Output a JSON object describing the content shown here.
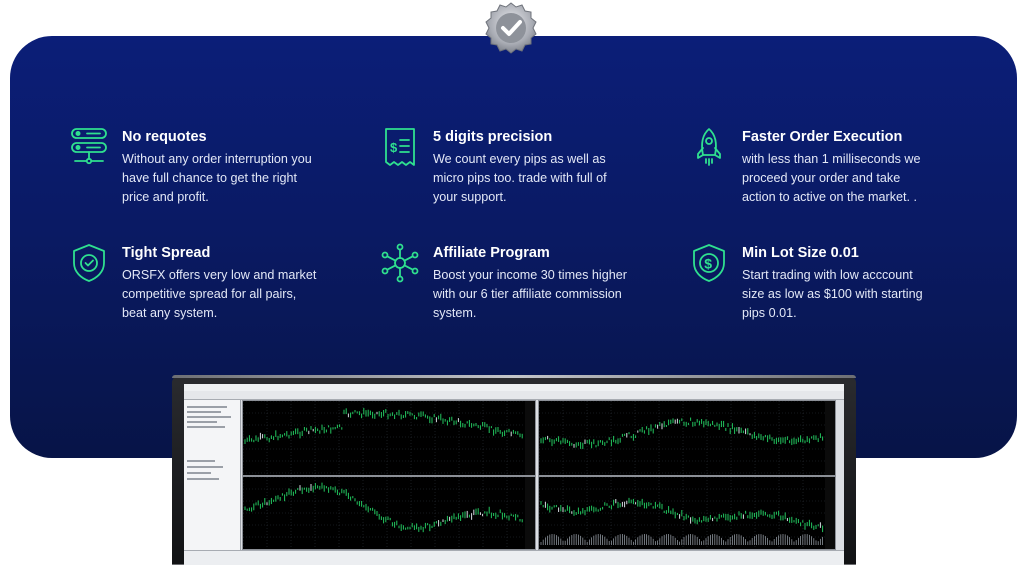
{
  "badge": {
    "icon": "check-badge-icon"
  },
  "features": [
    {
      "id": "no-requotes",
      "icon": "server-rack-icon",
      "title": "No requotes",
      "description": "Without any order interruption you\nhave full chance to get the right\nprice and profit."
    },
    {
      "id": "five-digits",
      "icon": "receipt-dollar-icon",
      "title": "5 digits precision",
      "description": "We count every pips as well as\nmicro pips too. trade with full of\nyour support."
    },
    {
      "id": "faster-execution",
      "icon": "rocket-icon",
      "title": "Faster Order Execution",
      "description": "with less than 1 milliseconds we\nproceed your order and take\naction to active on the market. ."
    },
    {
      "id": "tight-spread",
      "icon": "shield-check-icon",
      "title": "Tight Spread",
      "description": "ORSFX offers very low and market\ncompetitive spread for all pairs,\nbeat any system."
    },
    {
      "id": "affiliate",
      "icon": "network-nodes-icon",
      "title": "Affiliate Program",
      "description": "Boost your income 30 times higher\nwith our 6 tier affiliate commission\nsystem."
    },
    {
      "id": "min-lot",
      "icon": "shield-dollar-icon",
      "title": "Min Lot Size 0.01",
      "description": "Start trading with low acccount\nsize as low as $100 with starting\npips 0.01."
    }
  ],
  "colors": {
    "accent": "#2fe08f",
    "panel_top": "#0b1e78",
    "panel_bottom": "#071447",
    "chart_line": "#22c55e"
  },
  "monitor": {
    "charts": [
      {
        "name": "chart-top-left"
      },
      {
        "name": "chart-top-right"
      },
      {
        "name": "chart-bottom-left"
      },
      {
        "name": "chart-bottom-right"
      }
    ]
  }
}
